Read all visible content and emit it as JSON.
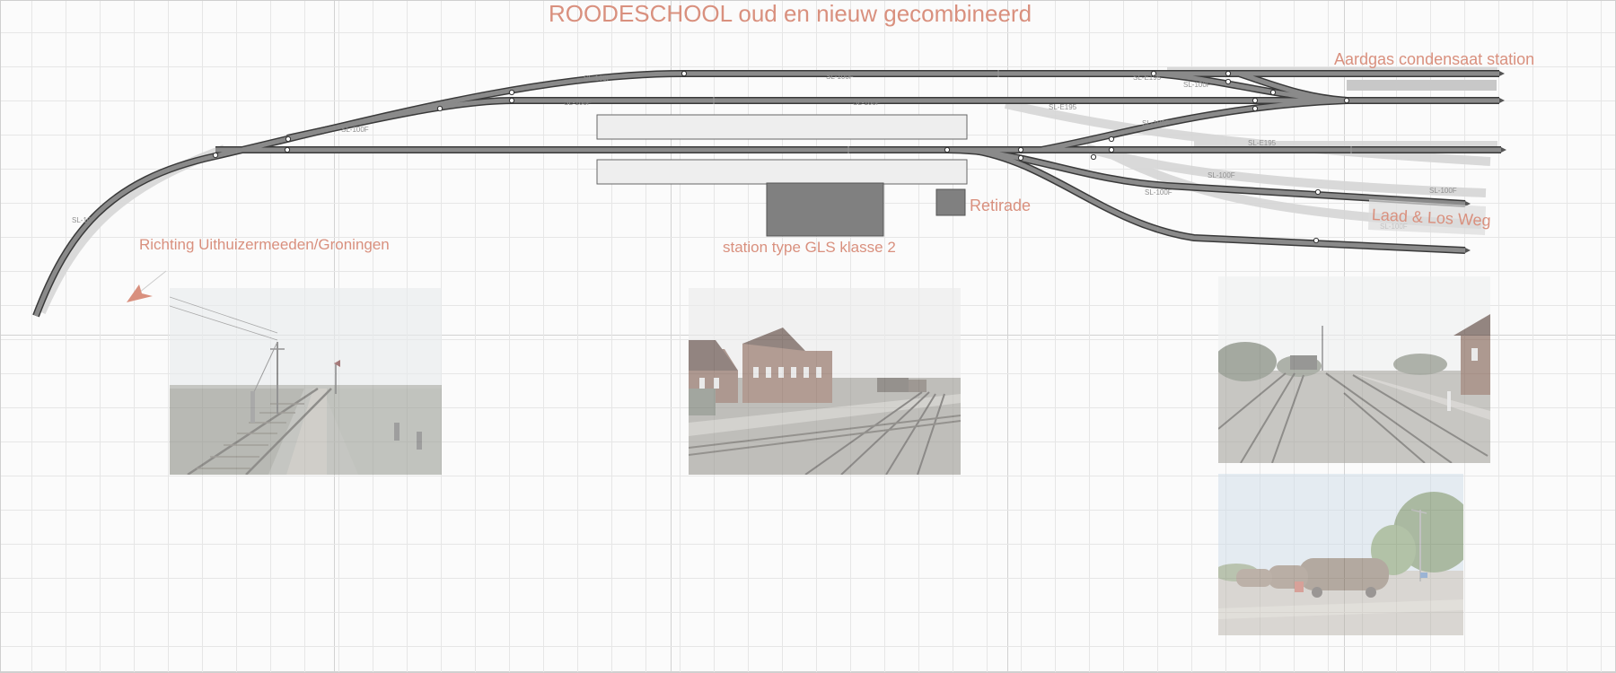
{
  "title": "ROODESCHOOL oud en nieuw gecombineerd",
  "labels": {
    "aardgas": "Aardgas condensaat station",
    "laad_los": "Laad & Los Weg",
    "retirade": "Retirade",
    "station": "station type GLS klasse 2",
    "richting": "Richting Uithuizermeeden/Groningen"
  },
  "track_labels": [
    "SL-100F",
    "SL-E195",
    "SL-10"
  ],
  "colors": {
    "label": "#d9907e",
    "track_fill": "#8a8a8a",
    "track_outline": "#3a3a3a",
    "grid_minor": "#e6e6e6",
    "grid_major": "#d2d2d2",
    "building": "#808080",
    "platform": "#eeeeee"
  },
  "icons": {
    "direction": "arrowhead-icon",
    "joint": "circle-icon"
  }
}
